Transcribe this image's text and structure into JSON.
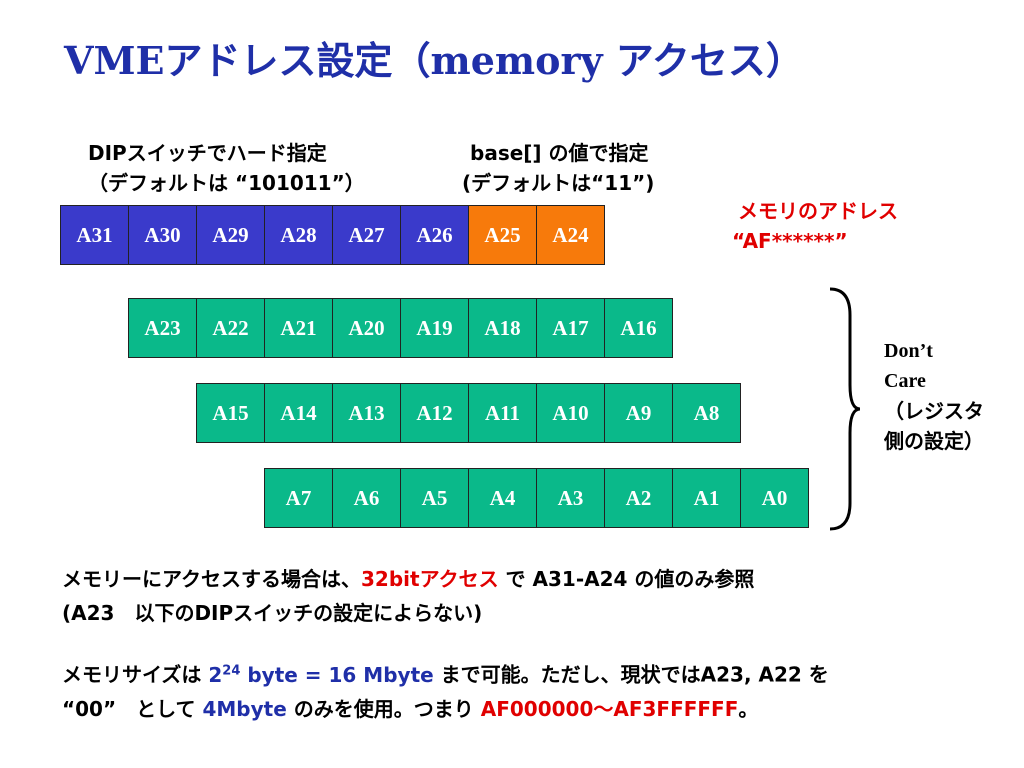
{
  "title": "VMEアドレス設定（memory アクセス）",
  "dip_label": {
    "line1": "DIPスイッチでハード指定",
    "line2": "（デフォルトは “101011”）"
  },
  "base_label": {
    "line1": "base[] の値で指定",
    "line2": "(デフォルトは“11”)"
  },
  "mem_addr_label": {
    "line1": "メモリのアドレス",
    "line2": "“AF******”"
  },
  "dont_care": {
    "line1": "Don’t",
    "line2": "Care",
    "line3": "（レジスタ",
    "line4": "側の設定）"
  },
  "rows": [
    [
      "A31",
      "A30",
      "A29",
      "A28",
      "A27",
      "A26",
      "A25",
      "A24"
    ],
    [
      "A23",
      "A22",
      "A21",
      "A20",
      "A19",
      "A18",
      "A17",
      "A16"
    ],
    [
      "A15",
      "A14",
      "A13",
      "A12",
      "A11",
      "A10",
      "A9",
      "A8"
    ],
    [
      "A7",
      "A6",
      "A5",
      "A4",
      "A3",
      "A2",
      "A1",
      "A0"
    ]
  ],
  "colors": {
    "title": "#1f2fa8",
    "dip_cells": "#3a3acb",
    "base_cells": "#f77a0b",
    "dont_care_cells": "#0ab98a",
    "highlight_red": "#e00000"
  },
  "note1": {
    "a": "メモリーにアクセスする場合は、",
    "b": "32bitアクセス",
    "c": " で A31-A24 の値のみ参照",
    "d": " (A23　以下のDIPスイッチの設定によらない)"
  },
  "note2": {
    "a": "メモリサイズは ",
    "b_base": "2",
    "b_exp": "24",
    "b_rest": " byte = 16 Mbyte",
    "c": " まで可能。ただし、現状ではA23, A22 を",
    "d": "“00”　として ",
    "e": "4Mbyte",
    "f": " のみを使用。つまり ",
    "g": "AF000000～AF3FFFFFF",
    "h": "。"
  }
}
